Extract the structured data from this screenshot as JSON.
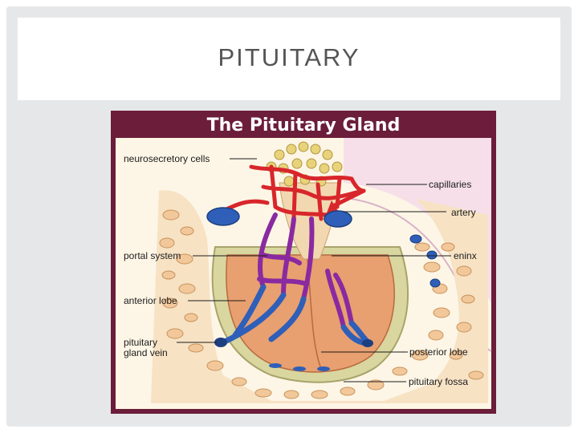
{
  "slide": {
    "title": "PITUITARY"
  },
  "figure": {
    "title": "The Pituitary Gland",
    "labels": {
      "neurosecretory_cells": "neurosecretory cells",
      "capillaries": "capillaries",
      "artery": "artery",
      "portal_system": "portal system",
      "meninx": "eninx",
      "anterior_lobe": "anterior lobe",
      "pituitary_gland_vein_line1": "pituitary",
      "pituitary_gland_vein_line2": "gland vein",
      "posterior_lobe": "posterior lobe",
      "pituitary_fossa": "pituitary fossa"
    },
    "colors": {
      "frame": "#6b1d3a",
      "background": "#fdf6e6",
      "blood_red": "#d8262b",
      "portal_purple": "#8a2aa0",
      "vein_blue": "#2f5fb8",
      "gland_tan": "#e8a070",
      "bone": "#f2c89a"
    }
  }
}
